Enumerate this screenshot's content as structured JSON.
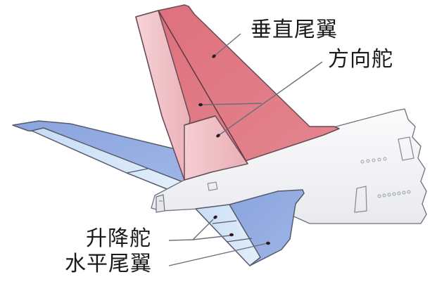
{
  "diagram": {
    "subject": "aircraft tail section",
    "labels": {
      "vertical_stabilizer": "垂直尾翼",
      "rudder": "方向舵",
      "elevator": "升降舵",
      "horizontal_stabilizer": "水平尾翼"
    },
    "colors": {
      "vertical_stabilizer": "#e07b85",
      "rudder": "#f1c2c7",
      "horizontal_stabilizer": "#8ea8e0",
      "elevator": "#cfe3f8",
      "fuselage": "#f4f4f6",
      "outline": "#555a6a",
      "leader_line": "#6b6f7a"
    }
  }
}
